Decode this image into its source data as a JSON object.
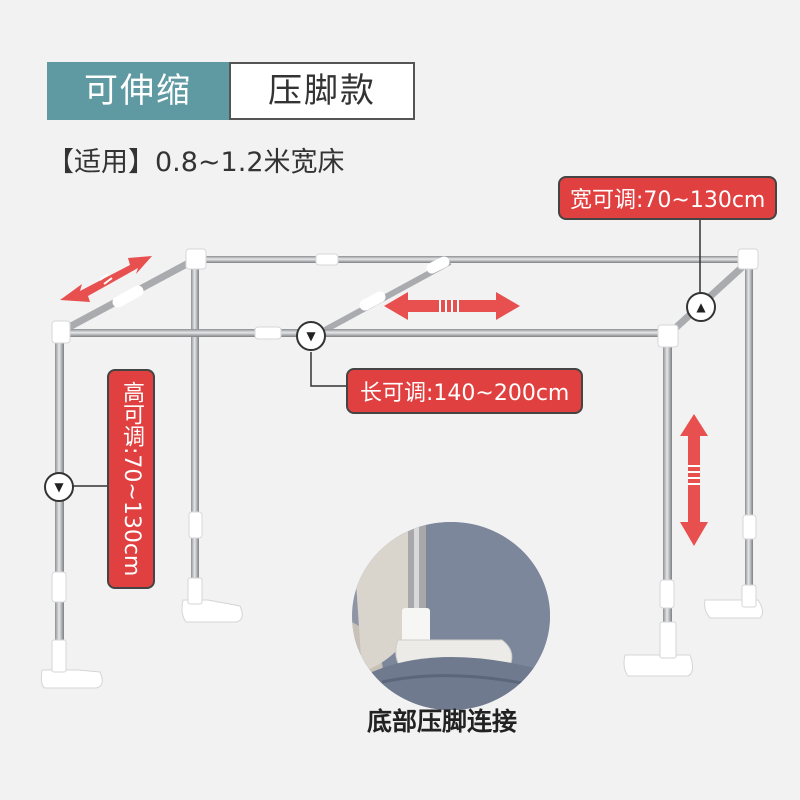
{
  "header": {
    "tag_adjustable": "可伸缩",
    "tag_style": "压脚款"
  },
  "suitable": "【适用】0.8~1.2米宽床",
  "labels": {
    "width": "宽可调:70~130cm",
    "length": "长可调:140~200cm",
    "height": "高可调:70~130cm"
  },
  "detail": {
    "caption": "底部压脚连接"
  },
  "colors": {
    "accent_teal": "#5f9aa2",
    "label_red": "#e0403f",
    "arrow_red": "#e8504f"
  },
  "icons": {
    "marker_down": "triangle-down-icon",
    "marker_up": "triangle-up-icon"
  }
}
